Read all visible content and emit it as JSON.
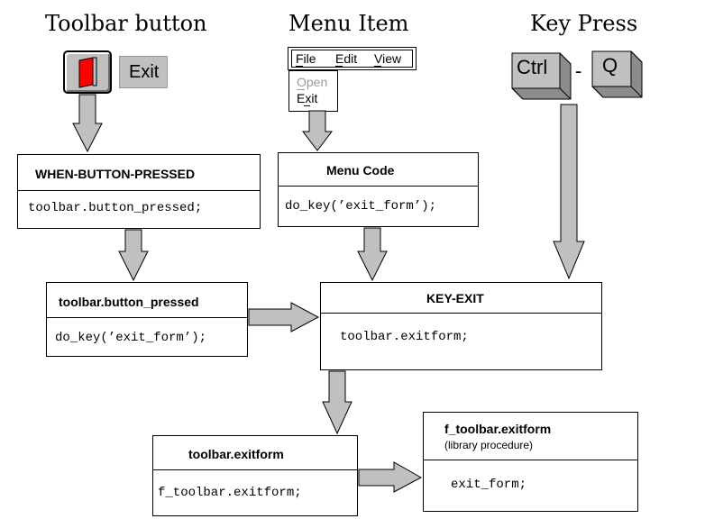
{
  "headings": {
    "toolbar_button": "Toolbar button",
    "menu_item": "Menu Item",
    "key_press": "Key Press"
  },
  "toolbar_mock": {
    "exit_label": "Exit",
    "icon": "exit-door-icon",
    "icon_color": "#ff0000"
  },
  "menu_mock": {
    "menubar": [
      "File",
      "Edit",
      "View"
    ],
    "dropdown": [
      {
        "label": "Open",
        "disabled": true
      },
      {
        "label": "Exit",
        "disabled": false
      }
    ]
  },
  "keys": {
    "key1": "Ctrl",
    "separator": "-",
    "key2": "Q"
  },
  "boxes": {
    "when_button_pressed": {
      "title": "WHEN-BUTTON-PRESSED",
      "code": "toolbar.button_pressed;"
    },
    "menu_code": {
      "title": "Menu Code",
      "code": "do_key(’exit_form’);"
    },
    "button_pressed_proc": {
      "title": "toolbar.button_pressed",
      "code": "do_key(’exit_form’);"
    },
    "key_exit": {
      "title": "KEY-EXIT",
      "code": "toolbar.exitform;"
    },
    "exitform": {
      "title": "toolbar.exitform",
      "code": "f_toolbar.exitform;"
    },
    "f_exitform": {
      "title": "f_toolbar.exitform",
      "subtitle": "(library procedure)",
      "code": "exit_form;"
    }
  },
  "colors": {
    "arrow_fill": "#c0c0c0",
    "key_face": "#c0c0c0",
    "key_side": "#8c8c8c",
    "disabled_text": "#9a9a9a"
  }
}
